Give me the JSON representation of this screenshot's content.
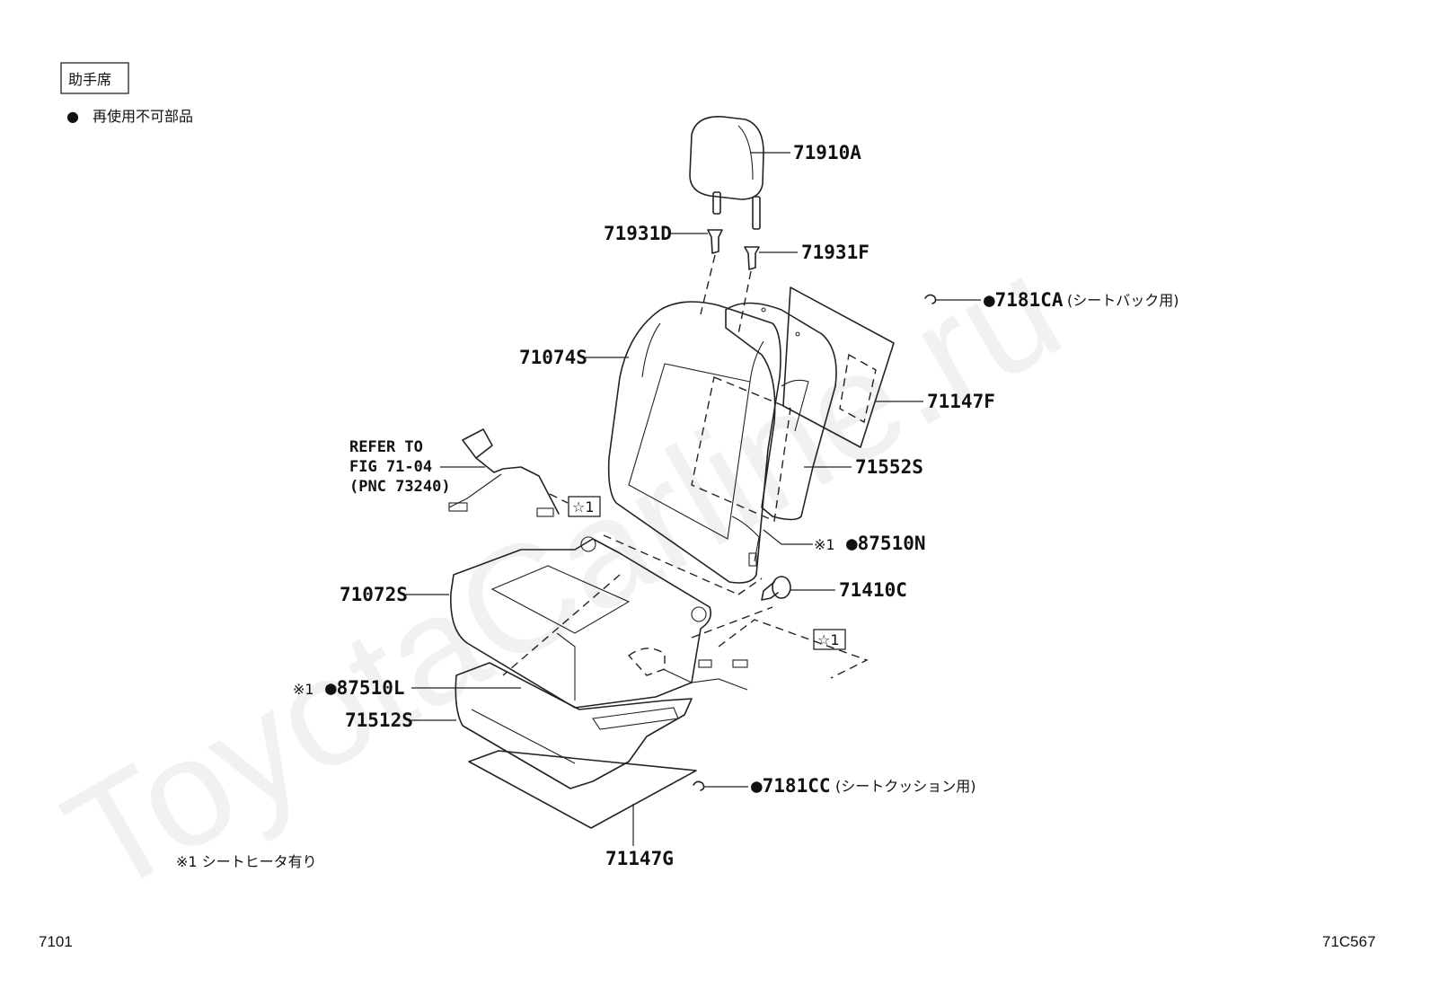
{
  "header": {
    "seat_label": "助手席",
    "legend_bullet": "●",
    "legend_text": "再使用不可部品"
  },
  "watermark": "ToyotaCarline.ru",
  "parts": {
    "headrest": "71910A",
    "support_left": "71931D",
    "support_right": "71931F",
    "seatback_hog_ring": "●7181CA",
    "seatback_hog_ring_note": "(シートバック用)",
    "seatback_cover": "71074S",
    "seatback_pad": "71147F",
    "seatback_frame_cover": "71552S",
    "seatback_heater_mark": "※1",
    "seatback_heater": "●87510N",
    "bolt": "71410C",
    "cushion_cover": "71072S",
    "cushion_heater_mark": "※1",
    "cushion_heater": "●87510L",
    "cushion_pad": "71512S",
    "cushion_hog_ring": "●7181CC",
    "cushion_hog_ring_note": "(シートクッション用)",
    "cushion_mat": "71147G"
  },
  "refer": {
    "line1": "REFER TO",
    "line2": "FIG 71-04",
    "line3": "(PNC 73240)"
  },
  "star_marks": {
    "upper": "☆1",
    "lower": "☆1"
  },
  "footnote": "※1 シートヒータ有り",
  "footer": {
    "page_code": "7101",
    "figure_code": "71C567"
  }
}
